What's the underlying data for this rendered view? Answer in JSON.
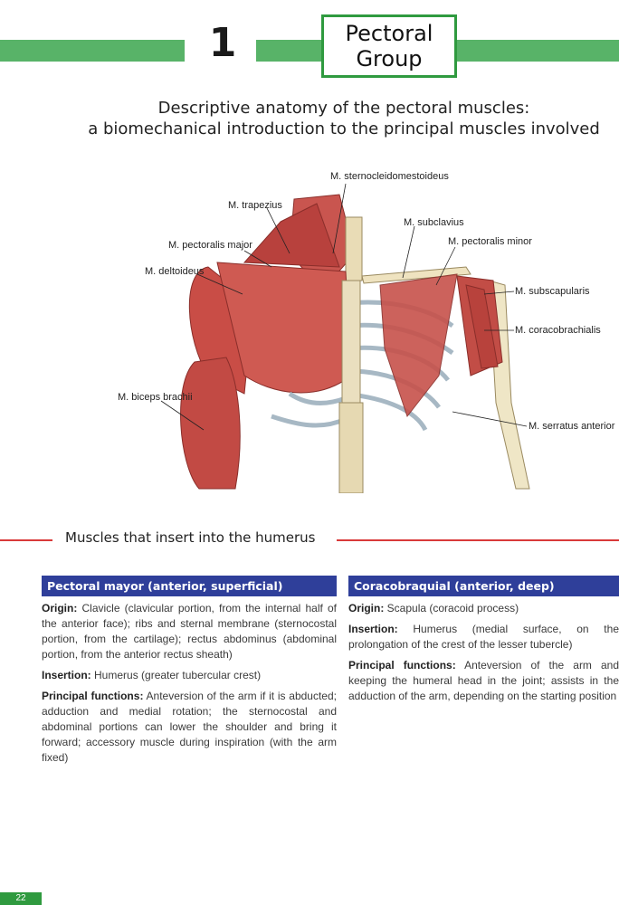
{
  "chapter": {
    "number": "1",
    "title_line1": "Pectoral",
    "title_line2": "Group"
  },
  "heading": {
    "line1": "Descriptive anatomy of the pectoral muscles:",
    "line2": "a biomechanical introduction to the principal muscles involved"
  },
  "figure_labels": {
    "sternocleidomastoideus": "M. sternocleidomestoideus",
    "trapezius": "M. trapezius",
    "subclavius": "M. subclavius",
    "pectoralis_major": "M. pectoralis major",
    "pectoralis_minor": "M. pectoralis minor",
    "deltoideus": "M. deltoideus",
    "subscapularis": "M. subscapularis",
    "coracobrachialis": "M. coracobrachialis",
    "biceps_brachii": "M. biceps brachii",
    "serratus_anterior": "M. serratus anterior"
  },
  "section": {
    "title": "Muscles that insert into the humerus"
  },
  "left_column": {
    "header": "Pectoral mayor (anterior, superficial)",
    "origin_label": "Origin:",
    "origin_text": "Clavicle (clavicular portion, from the internal half of the anterior face); ribs and sternal membrane (sternocostal portion, from the cartilage); rectus abdominus (abdominal portion, from the anterior rectus sheath)",
    "insertion_label": "Insertion:",
    "insertion_text": "Humerus (greater tubercular crest)",
    "functions_label": "Principal functions:",
    "functions_text": "Anteversion of the arm if it is abducted; adduction and medial rotation; the sternocostal and abdominal portions can lower the shoulder and bring it forward; accessory muscle during inspiration (with the arm fixed)"
  },
  "right_column": {
    "header": "Coracobraquial (anterior, deep)",
    "origin_label": "Origin:",
    "origin_text": "Scapula (coracoid process)",
    "insertion_label": "Insertion:",
    "insertion_text": "Humerus (medial surface, on the prolongation of the crest of the lesser tubercle)",
    "functions_label": "Principal functions:",
    "functions_text": "Anteversion of the arm and keeping the humeral head in the joint; assists in the adduction of the arm, depending on the starting position"
  },
  "page_number": "22",
  "colors": {
    "green_bar": "#58b368",
    "blue_header": "#2f3f9a",
    "red_rule": "#d93a3a"
  }
}
